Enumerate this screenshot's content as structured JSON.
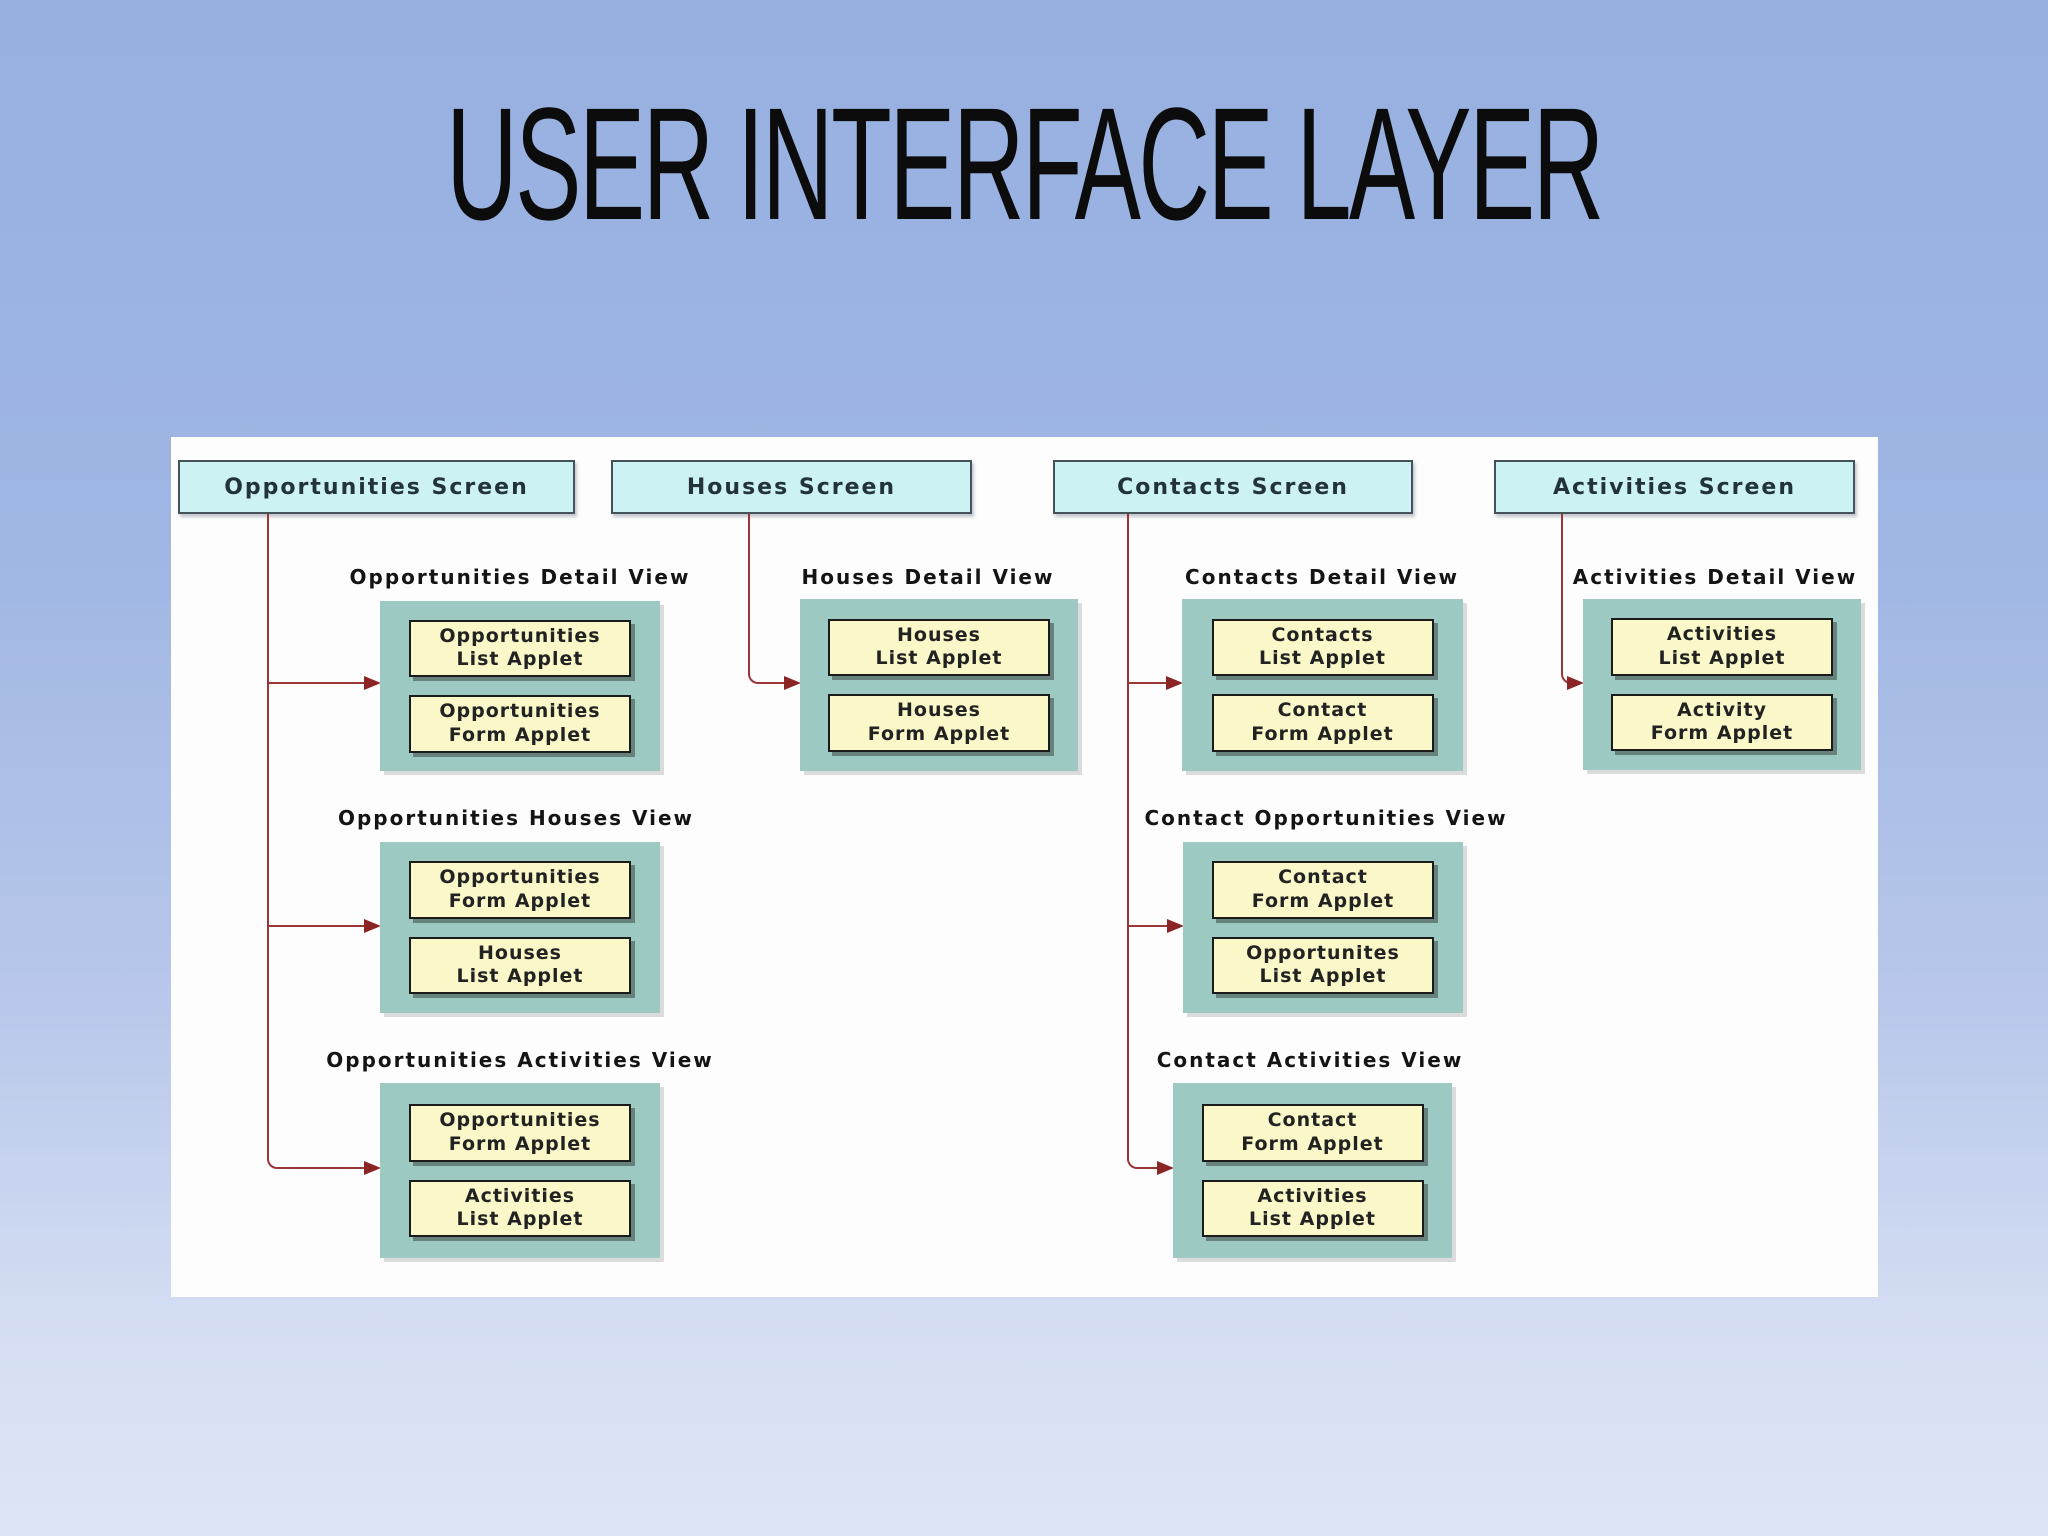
{
  "slide": {
    "title": "USER INTERFACE LAYER"
  },
  "palette": {
    "background_top": "#97b0e0",
    "background_bottom": "#dde5f5",
    "panel": "#fdfdfd",
    "screen_fill": "#cdf2f4",
    "screen_border": "#44525a",
    "group_fill": "#9ccac3",
    "applet_fill": "#faf8c8",
    "applet_border": "#1b1b1b",
    "connector": "#9a3636",
    "arrowhead": "#8b2424",
    "text": "#141414"
  },
  "screens": [
    {
      "label": "Opportunities Screen"
    },
    {
      "label": "Houses Screen"
    },
    {
      "label": "Contacts Screen"
    },
    {
      "label": "Activities Screen"
    }
  ],
  "views": [
    {
      "title": "Opportunities Detail View",
      "applets": [
        "Opportunities\nList Applet",
        "Opportunities\nForm Applet"
      ]
    },
    {
      "title": "Houses Detail View",
      "applets": [
        "Houses\nList Applet",
        "Houses\nForm Applet"
      ]
    },
    {
      "title": "Contacts Detail View",
      "applets": [
        "Contacts\nList Applet",
        "Contact\nForm Applet"
      ]
    },
    {
      "title": "Activities Detail View",
      "applets": [
        "Activities\nList Applet",
        "Activity\nForm Applet"
      ]
    },
    {
      "title": "Opportunities Houses View",
      "applets": [
        "Opportunities\nForm Applet",
        "Houses\nList Applet"
      ]
    },
    {
      "title": "Contact Opportunities View",
      "applets": [
        "Contact\nForm Applet",
        "Opportunites\nList Applet"
      ]
    },
    {
      "title": "Opportunities Activities View",
      "applets": [
        "Opportunities\nForm Applet",
        "Activities\nList Applet"
      ]
    },
    {
      "title": "Contact Activities View",
      "applets": [
        "Contact\nForm Applet",
        "Activities\nList Applet"
      ]
    }
  ],
  "connections": [
    {
      "from": "Opportunities Screen",
      "to": "Opportunities Detail View"
    },
    {
      "from": "Opportunities Screen",
      "to": "Opportunities Houses View"
    },
    {
      "from": "Opportunities Screen",
      "to": "Opportunities Activities View"
    },
    {
      "from": "Houses Screen",
      "to": "Houses Detail View"
    },
    {
      "from": "Contacts Screen",
      "to": "Contacts Detail View"
    },
    {
      "from": "Contacts Screen",
      "to": "Contact Opportunities View"
    },
    {
      "from": "Contacts Screen",
      "to": "Contact Activities View"
    },
    {
      "from": "Activities Screen",
      "to": "Activities Detail View"
    }
  ]
}
